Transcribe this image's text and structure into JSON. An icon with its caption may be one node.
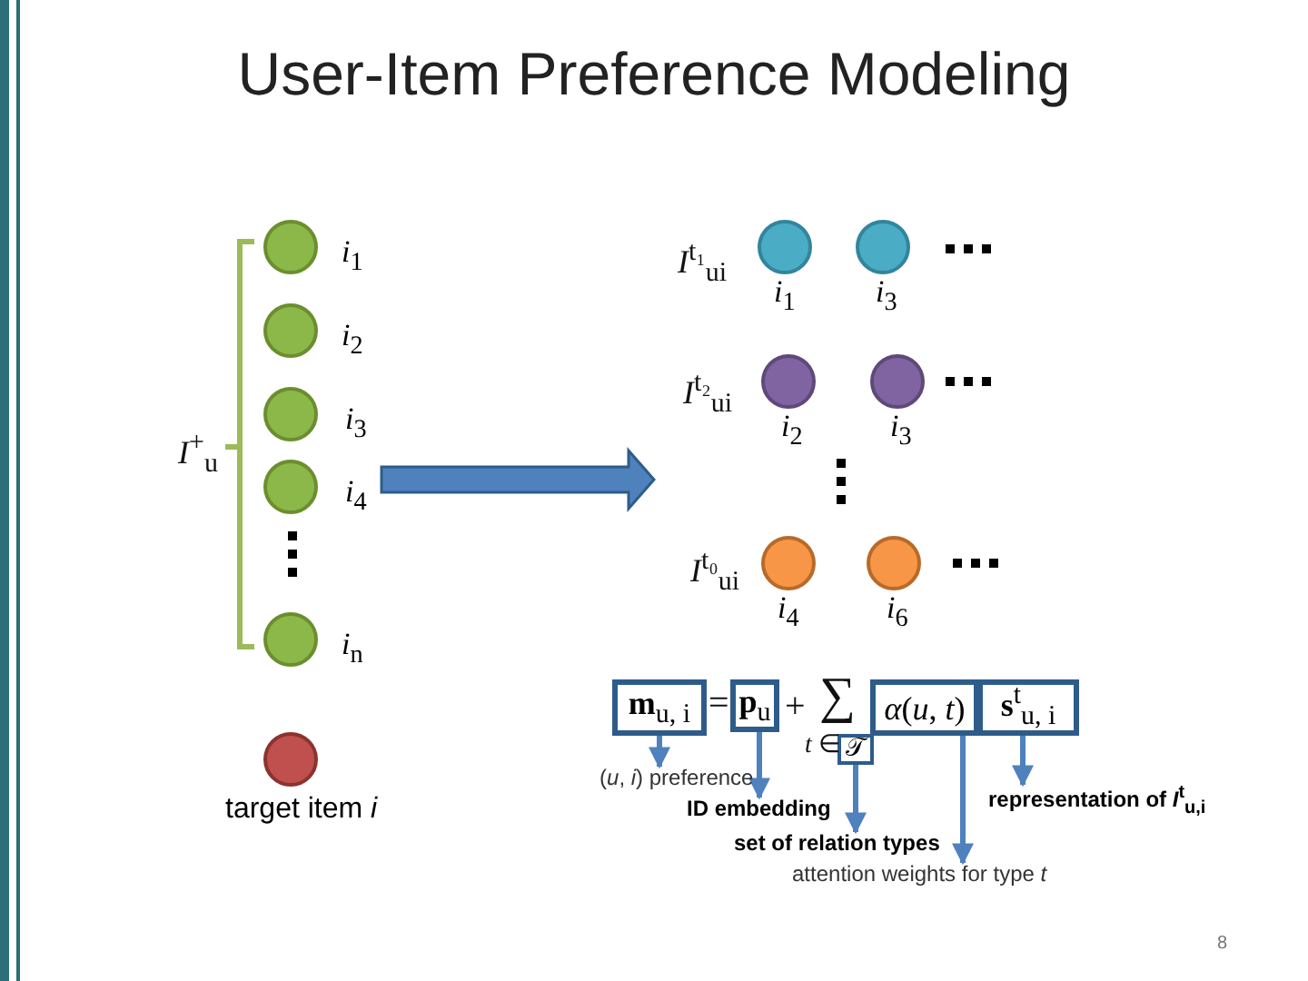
{
  "diagram": {
    "title": "User-Item Preference Modeling",
    "nodes": [
      {
        "text": [],
        "shape": "circle",
        "beside": [
          "*i*$_{1}$"
        ]
      },
      {
        "text": [],
        "shape": "circle",
        "beside": [
          "*i*$_{2}$"
        ]
      },
      {
        "text": [],
        "shape": "circle",
        "beside": [
          "*i*$_{3}$"
        ]
      },
      {
        "text": [],
        "shape": "circle",
        "beside": [
          "*i*$_{4}$"
        ]
      },
      {
        "text": [],
        "shape": "circle",
        "beside": [
          "*i*$_{n}$"
        ]
      },
      {
        "text": [],
        "shape": "circle",
        "beside": [
          "target item *i*"
        ]
      },
      {
        "text": [],
        "shape": "circle",
        "beside": [
          "*i*$_{1}$"
        ]
      },
      {
        "text": [],
        "shape": "circle",
        "beside": [
          "*i*$_{3}$"
        ]
      },
      {
        "text": [],
        "shape": "circle",
        "beside": [
          "*i*$_{2}$"
        ]
      },
      {
        "text": [],
        "shape": "circle",
        "beside": [
          "*i*$_{3}$"
        ]
      },
      {
        "text": [],
        "shape": "circle",
        "beside": [
          "*i*$_{4}$"
        ]
      },
      {
        "text": [],
        "shape": "circle",
        "beside": [
          "*i*$_{6}$"
        ]
      },
      {
        "text": [
          "**m**$_{u, i}$"
        ]
      },
      {
        "text": [
          "**p**$_{u}$"
        ]
      },
      {
        "text": [
          "𝒯"
        ]
      },
      {
        "text": [
          "*α*(*u*, *t*)"
        ]
      },
      {
        "text": [
          "**s**$^{t}$$_{u, i}$"
        ]
      },
      {
        "text": [
          "(*u*, *i*) preference"
        ]
      },
      {
        "text": [
          "ID embedding"
        ]
      },
      {
        "text": [
          "set of relation types"
        ]
      },
      {
        "text": [
          "attention weights for type *t*"
        ]
      },
      {
        "text": [
          "representation of *I*$^{t}$$_{u,i}$"
        ]
      }
    ],
    "edges": [
      {
        "from": 12,
        "to": 17,
        "arrow": "to"
      },
      {
        "from": 13,
        "to": 18,
        "arrow": "to"
      },
      {
        "from": 14,
        "to": 19,
        "arrow": "to"
      },
      {
        "from": 15,
        "to": 20,
        "arrow": "to"
      },
      {
        "from": 16,
        "to": 21,
        "arrow": "to"
      }
    ],
    "labels": [
      "*I*$^{+}$$_{u}$",
      "*I*$^{t₁}$$_{ui}$",
      "*I*$^{t₂}$$_{ui}$",
      "*I*$^{t₀}$$_{ui}$",
      "=",
      "+",
      "∑",
      "*t* ∈",
      "8"
    ]
  }
}
